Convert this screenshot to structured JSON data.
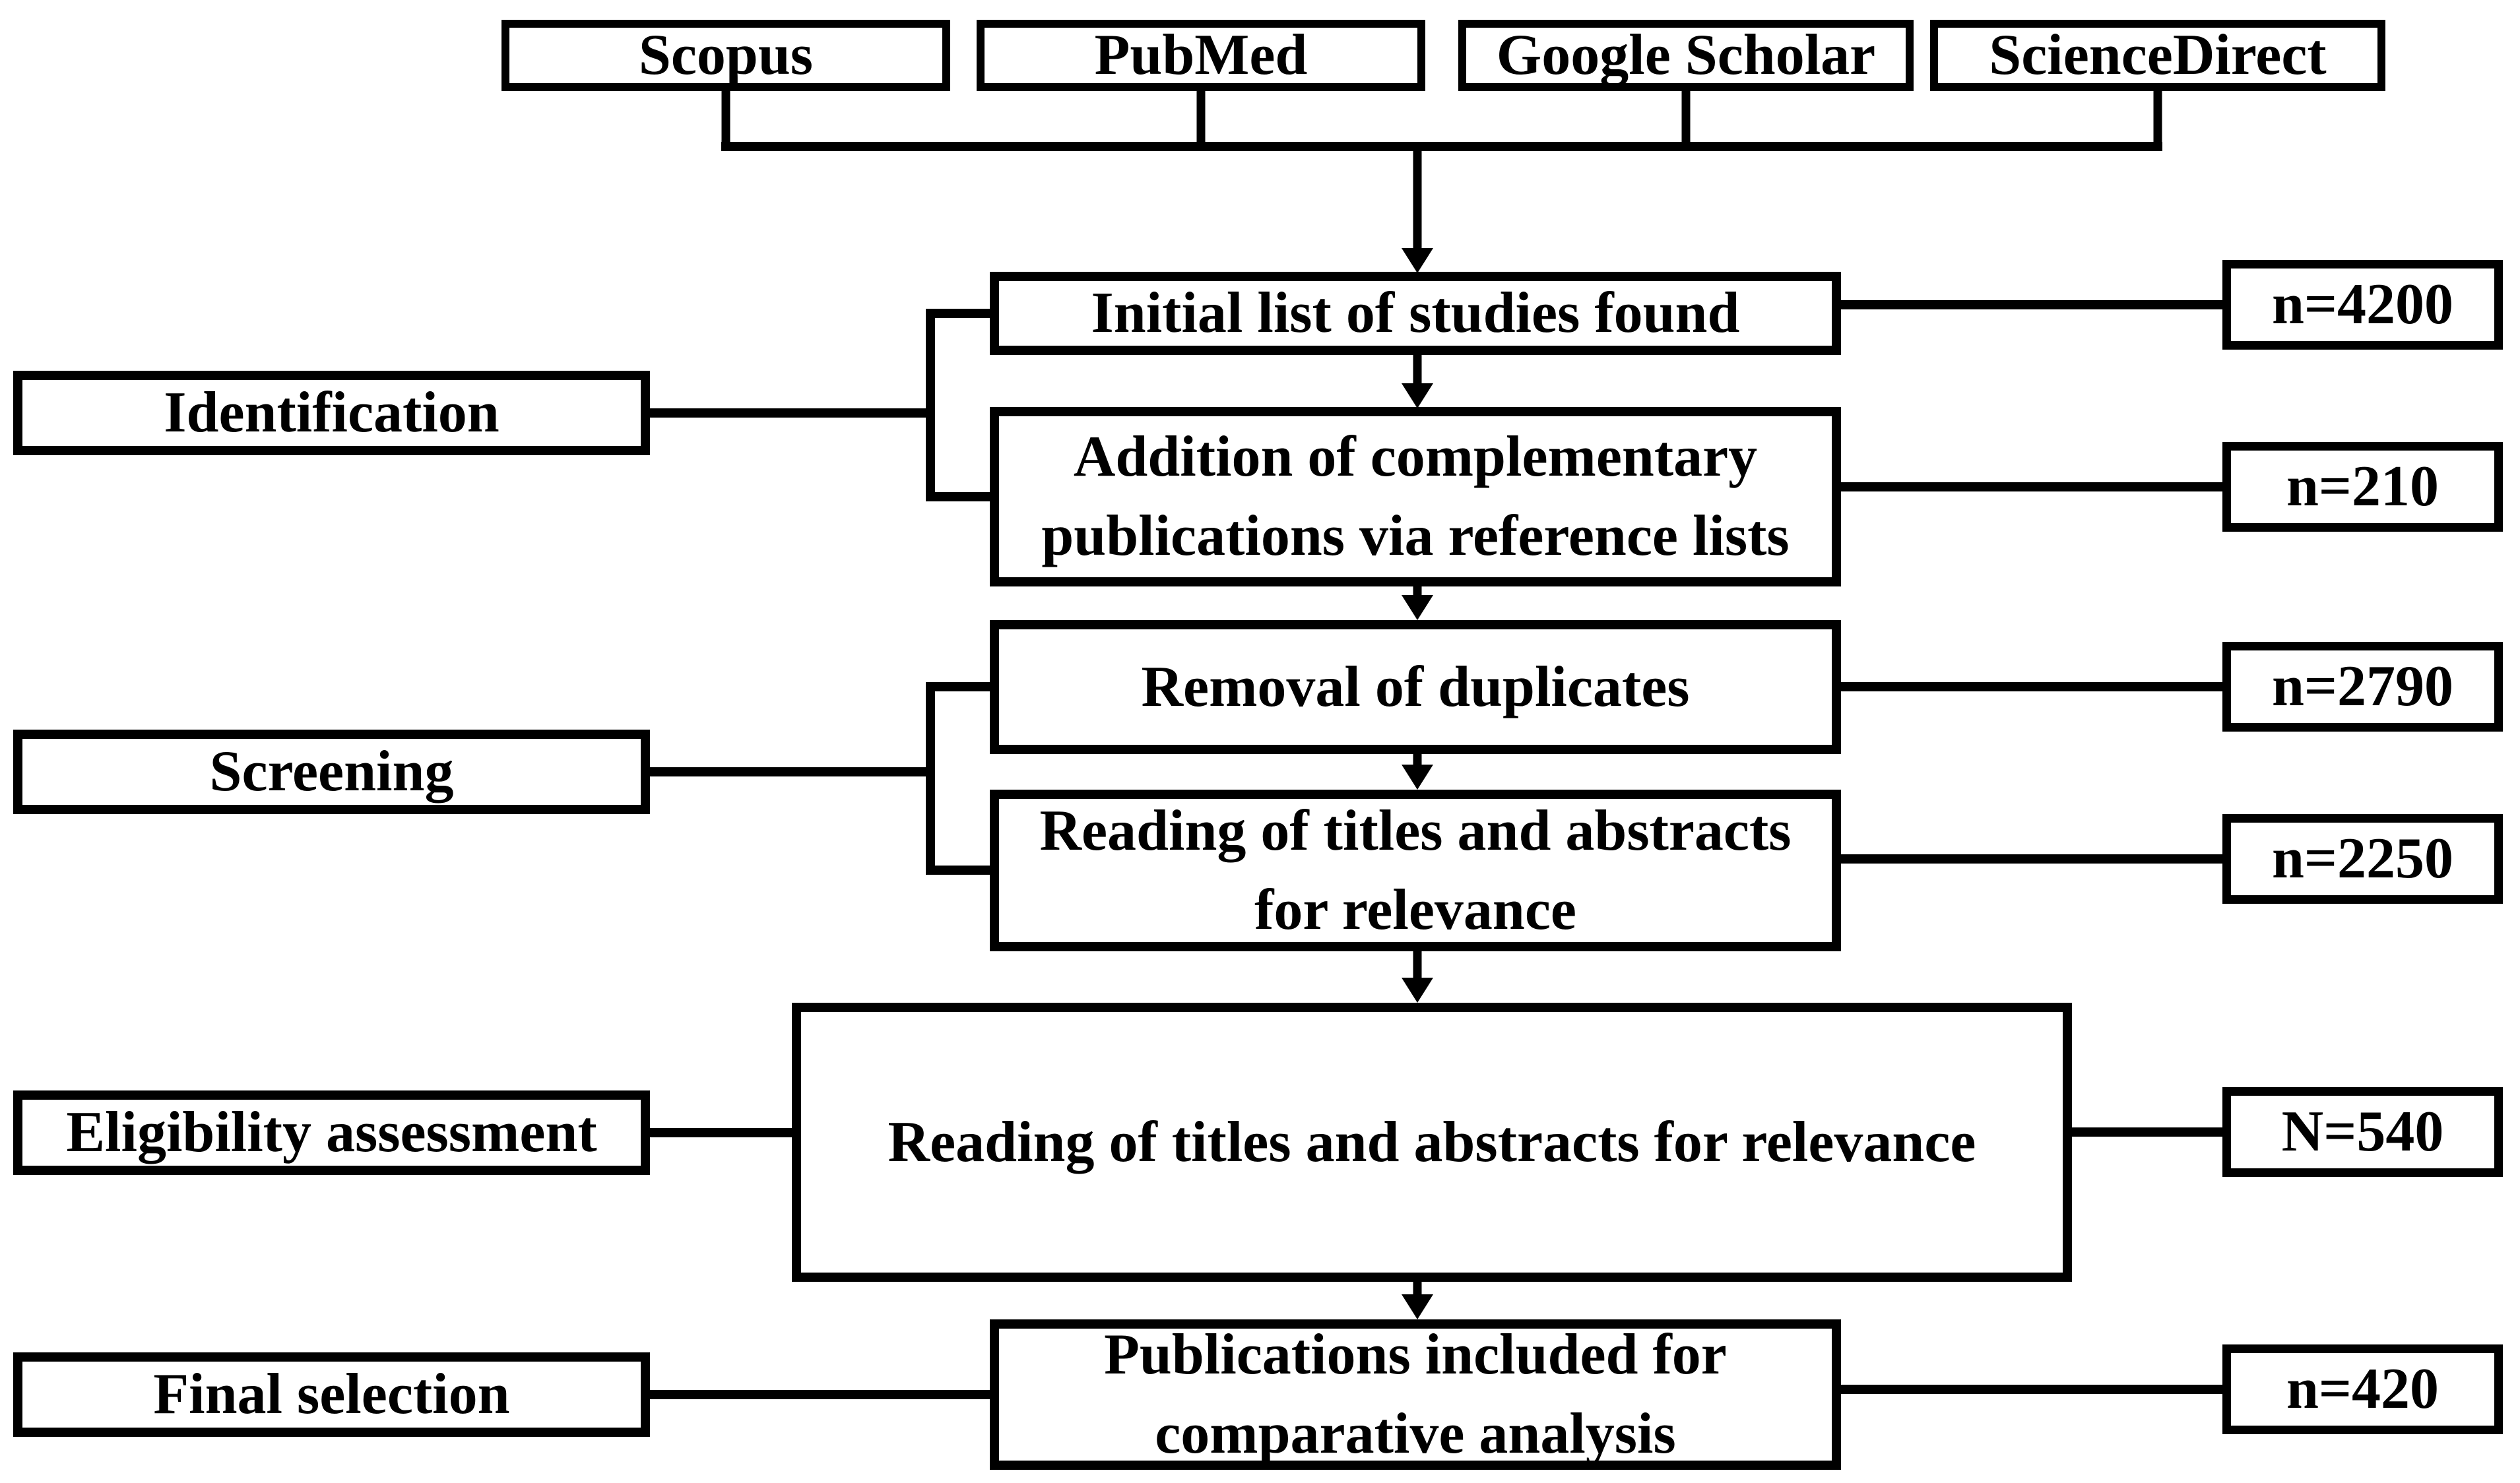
{
  "sources": [
    "Scopus",
    "PubMed",
    "Google Scholar",
    "ScienceDirect"
  ],
  "side_labels": {
    "identification": "Identification",
    "screening": "Screening",
    "eligibility": "Eligibility assessment",
    "final": "Final selection"
  },
  "stages": {
    "initial": {
      "line1": "Initial list of studies found",
      "count": "n=4200"
    },
    "addition": {
      "line1": "Addition of complementary",
      "line2": "publications via reference lists",
      "count": "n=210"
    },
    "removal": {
      "line1": "Removal of duplicates",
      "count": "n=2790"
    },
    "title_abstract_screen": {
      "line1": "Reading of titles and abstracts",
      "line2": "for relevance",
      "count": "n=2250"
    },
    "eligibility_read": {
      "line1": "Reading of titles and abstracts for relevance",
      "count": "N=540"
    },
    "included": {
      "line1": "Publications included for",
      "line2": "comparative analysis",
      "count": "n=420"
    }
  },
  "colors": {
    "line": "#000000",
    "box_background": "#ffffff",
    "text": "#000000"
  }
}
